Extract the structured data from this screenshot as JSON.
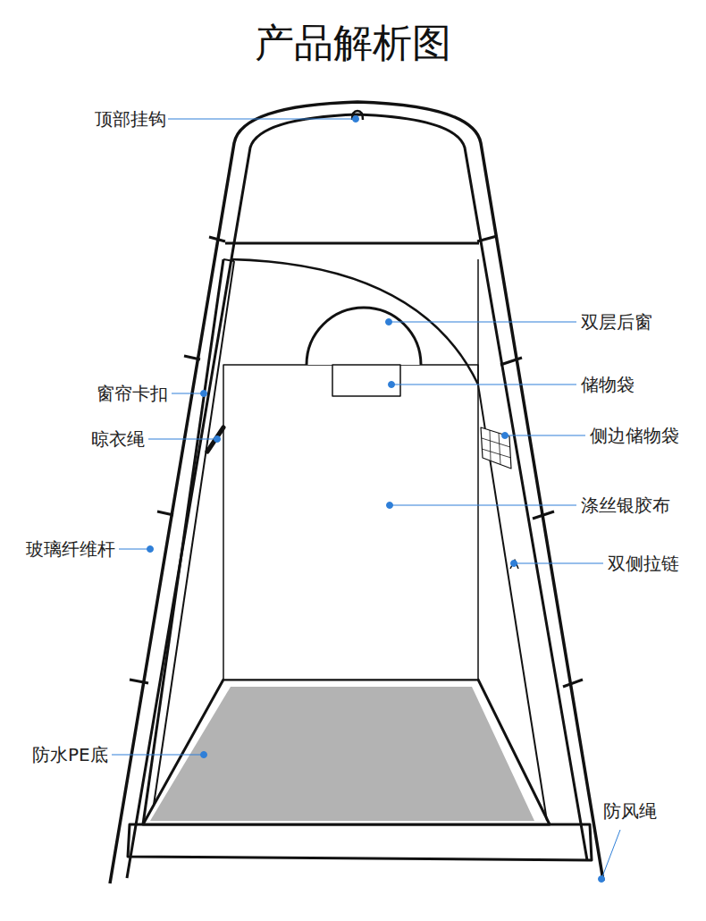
{
  "diagram": {
    "title": "产品解析图",
    "labels": [
      "顶部挂钩",
      "双层后窗",
      "储物袋",
      "窗帘卡扣",
      "侧边储物袋",
      "晾衣绳",
      "涤丝银胶布",
      "玻璃纤维杆",
      "双侧拉链",
      "防水PE底",
      "防风绳"
    ]
  }
}
